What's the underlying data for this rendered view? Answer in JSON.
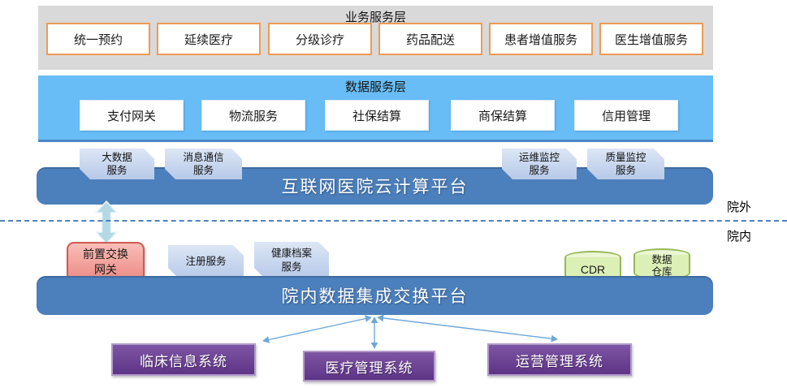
{
  "layers": {
    "business": {
      "title": "业务服务层",
      "items": [
        "统一预约",
        "延续医疗",
        "分级诊疗",
        "药品配送",
        "患者增值服务",
        "医生增值服务"
      ]
    },
    "data": {
      "title": "数据服务层",
      "items": [
        "支付网关",
        "物流服务",
        "社保结算",
        "商保结算",
        "信用管理"
      ]
    }
  },
  "cloud_platform": {
    "title": "互联网医院云计算平台",
    "service_tabs_left": [
      "大数据\n服务",
      "消息通信\n服务"
    ],
    "service_tabs_right": [
      "运维监控\n服务",
      "质量监控\n服务"
    ]
  },
  "boundary": {
    "outside_label": "院外",
    "inside_label": "院内"
  },
  "integration_platform": {
    "title": "院内数据集成交换平台",
    "gateway": "前置交换\n网关",
    "service_tabs": [
      "注册服务",
      "健康档案\n服务"
    ],
    "databases": [
      "CDR",
      "数据\n仓库"
    ]
  },
  "systems": [
    "临床信息系统",
    "医疗管理系统",
    "运营管理系统"
  ],
  "icons": {
    "exchange_arrow": "double-headed-vertical-arrow",
    "connector_arrow": "double-headed-line-arrow"
  },
  "colors": {
    "band_gray": "#D9D9D9",
    "accent_orange": "#ED9B54",
    "band_sky": "#68BDF6",
    "platform_blue": "#4C80BC",
    "tab_blue": "#C6D6EE",
    "gateway_red": "#EC8B84",
    "gateway_border": "#CF5A53",
    "database_green": "#DCEFB6",
    "system_purple": "#6E4193",
    "connector_blue": "#6FA8D8",
    "boundary_dash_blue": "#4F81BD"
  }
}
